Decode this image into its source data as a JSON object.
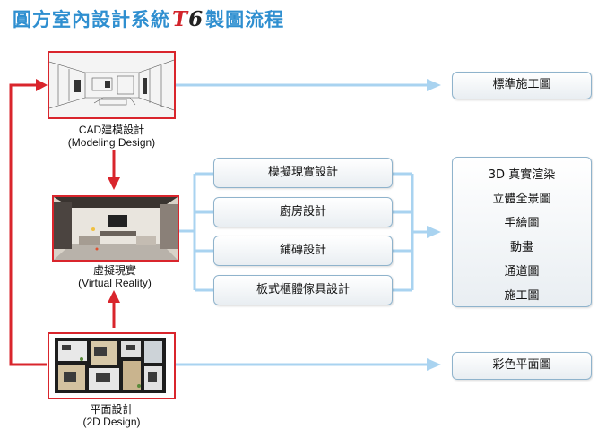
{
  "title": {
    "prefix": "圓方室內設計系統",
    "logo_t": "T",
    "logo_6": "6",
    "suffix": "製圖流程"
  },
  "nodes": {
    "cad": {
      "label_cn": "CAD建模設計",
      "label_en": "(Modeling Design)"
    },
    "vr": {
      "label_cn": "虛擬現實",
      "label_en": "(Virtual Reality)"
    },
    "plan": {
      "label_cn": "平面設計",
      "label_en": "(2D Design)"
    }
  },
  "middle_boxes": [
    "模擬現實設計",
    "廚房設計",
    "鋪磚設計",
    "板式櫃體傢具設計"
  ],
  "outputs": {
    "construction": "標準施工圖",
    "render_list": [
      "3D 真實渲染",
      "立體全景圖",
      "手繪圖",
      "動畫",
      "通道圖",
      "施工圖"
    ],
    "color_plan": "彩色平面圖"
  },
  "colors": {
    "title": "#2f8fd0",
    "red_arrow": "#d9252c",
    "blue_arrow": "#a9d3f0",
    "box_border": "#8fb3cc"
  }
}
